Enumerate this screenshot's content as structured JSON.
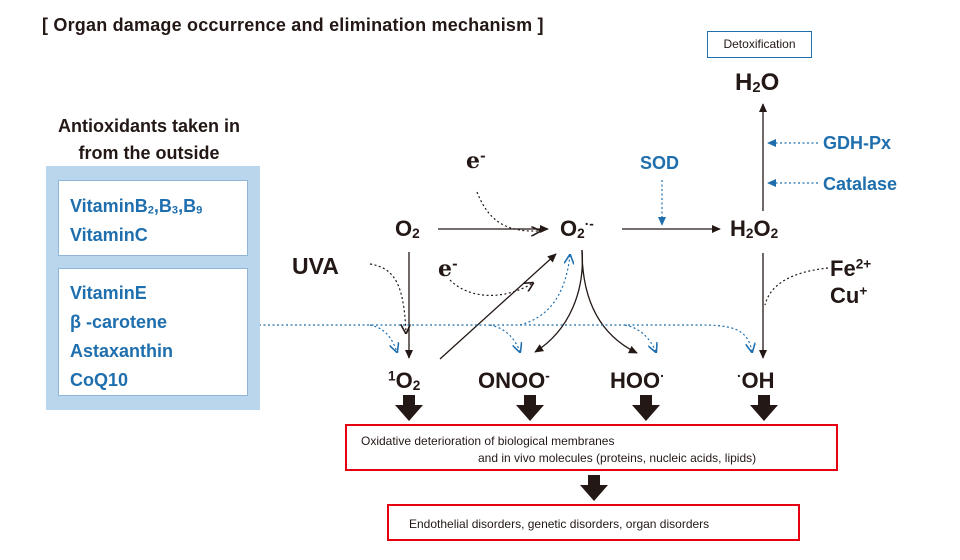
{
  "title": "[ Organ damage occurrence and elimination mechanism ]",
  "antioxidants": {
    "heading_line1": "Antioxidants taken in",
    "heading_line2": "from the outside",
    "group1": [
      {
        "text": "VitaminB",
        "sub1": "2",
        "sep1": ",B",
        "sub2": "3",
        "sep2": ",B",
        "sub3": "9"
      },
      {
        "text": "VitaminC"
      }
    ],
    "group2": [
      "VitaminE",
      "β -carotene",
      "Astaxanthin",
      "CoQ10"
    ]
  },
  "species": {
    "o2": {
      "base": "O",
      "sub": "2"
    },
    "superoxide": {
      "base": "O",
      "sub": "2",
      "sup": "·-"
    },
    "h2o2": {
      "a": "H",
      "sub1": "2",
      "b": "O",
      "sub2": "2"
    },
    "h2o": {
      "a": "H",
      "sub": "2",
      "b": "O"
    },
    "singlet_o2": {
      "sup": "1",
      "base": "O",
      "sub": "2"
    },
    "onoo": {
      "base": "ONOO",
      "sup": "-"
    },
    "hoo": {
      "base": "HOO",
      "sup": "·"
    },
    "oh": {
      "sup": "·",
      "base": "OH"
    },
    "electron_top": {
      "base": "e",
      "sup": "-"
    },
    "electron_mid": {
      "base": "e",
      "sup": "-"
    },
    "uva": "UVA",
    "fe": {
      "base": "Fe",
      "sup": "2+"
    },
    "cu": {
      "base": "Cu",
      "sup": "+"
    }
  },
  "enzymes": {
    "sod": "SOD",
    "gdh_px": "GDH-Px",
    "catalase": "Catalase"
  },
  "detoxification": "Detoxification",
  "outcomes": {
    "oxidative_line1": "Oxidative deterioration of biological membranes",
    "oxidative_line2": "and in vivo molecules (proteins, nucleic acids, lipids)",
    "disorders": "Endothelial disorders, genetic disorders, organ disorders"
  },
  "colors": {
    "accent_blue": "#1f6fae",
    "frame_blue": "#b9d6ec",
    "outline_red": "#e60012",
    "ink": "#231815"
  }
}
